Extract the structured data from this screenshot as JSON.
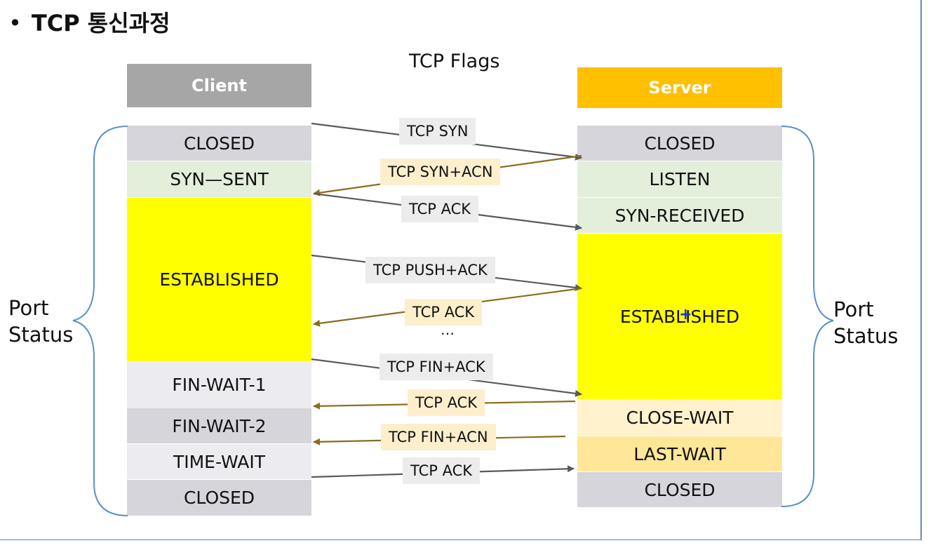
{
  "title": {
    "bullet": "•",
    "text": "TCP 통신과정"
  },
  "flags_label": "TCP Flags",
  "client": {
    "header": "Client",
    "states": [
      "CLOSED",
      "SYN—SENT",
      "ESTABLISHED",
      "FIN-WAIT-1",
      "FIN-WAIT-2",
      "TIME-WAIT",
      "CLOSED"
    ]
  },
  "server": {
    "header": "Server",
    "states": [
      "CLOSED",
      "LISTEN",
      "SYN-RECEIVED",
      "ESTABLISHED",
      "CLOSE-WAIT",
      "LAST-WAIT",
      "CLOSED"
    ]
  },
  "port_status": {
    "left": "Port Status",
    "right": "Port Status"
  },
  "flags": [
    "TCP SYN",
    "TCP SYN+ACN",
    "TCP ACK",
    "TCP PUSH+ACK",
    "TCP ACK",
    "TCP FIN+ACK",
    "TCP ACK",
    "TCP FIN+ACN",
    "TCP ACK"
  ],
  "ellipsis": "…",
  "colors": {
    "client_header": "#a6a6a6",
    "server_header": "#ffc000",
    "closed": "#d6d5db",
    "syn": "#e3eedb",
    "established": "#ffff00",
    "finwait": "#ececf0",
    "close_wait": "#fff2cc",
    "last_wait": "#ffe699",
    "arrow_grey": "#595959",
    "arrow_gold": "#8a6d1c",
    "brace": "#5b8fc9"
  }
}
